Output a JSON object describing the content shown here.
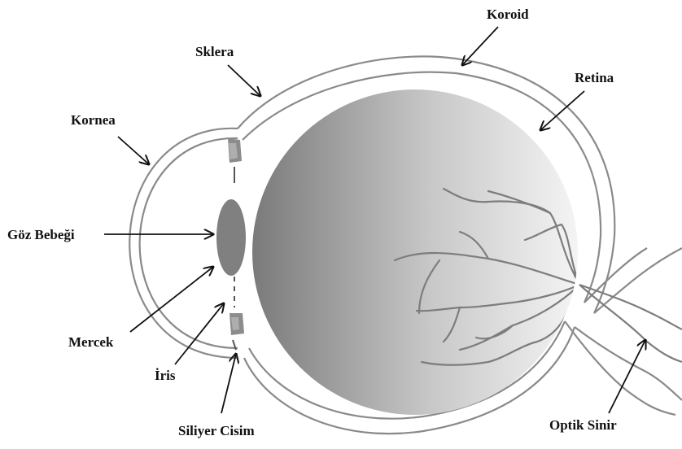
{
  "labels": {
    "koroid": "Koroid",
    "sklera": "Sklera",
    "retina": "Retina",
    "kornea": "Kornea",
    "goz_bebegi": "Göz Bebeği",
    "mercek": "Mercek",
    "iris": "İris",
    "siliyer_cisim": "Siliyer Cisim",
    "optik_sinir": "Optik Sinir"
  },
  "colors": {
    "outline": "#8a8a8a",
    "arrow": "#111111",
    "globe_dark": "#7a7a7a",
    "globe_light": "#f4f4f4",
    "vessel": "#7d7d7d",
    "lens": "#808080"
  }
}
